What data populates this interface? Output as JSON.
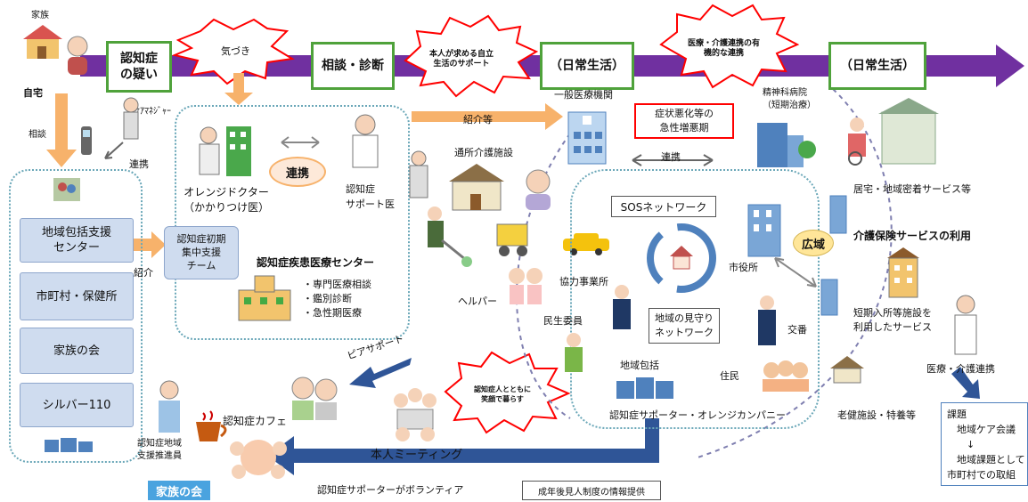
{
  "colors": {
    "timeline": "#7030a0",
    "stage_border": "#4fa23b",
    "burst": "#ff0000",
    "orange_arrow": "#f7b26b",
    "blue_arrow": "#2f5597",
    "sidebox": "#cfdcef",
    "dotted": "#6aa7b8"
  },
  "left": {
    "family": "家族",
    "home": "自宅",
    "consult": "相談",
    "care_manager": "ｹｱﾏﾈｼﾞｬｰ",
    "cooperate": "連携"
  },
  "stages": {
    "s1": "認知症\nの疑い",
    "s2": "相談・診断",
    "s3": "（日常生活）",
    "s4": "（日常生活）"
  },
  "bursts": {
    "b1": "気づき",
    "b2": "本人が求める自立\n生活のサポート",
    "b3": "医療・介護連携の有\n機的な連携",
    "b4": "認知症人とともに\n笑顔で暮らす"
  },
  "sidebar": {
    "items": [
      "地域包括支援\nセンター",
      "市町村・保健所",
      "家族の会",
      "シルバー110"
    ]
  },
  "center": {
    "intro": "紹介",
    "team": "認知症初期\n集中支援\nチーム",
    "orange_doctor": "オレンジドクター\n（かかりつけ医）",
    "renkei": "連携",
    "support_doctor": "認知症\nサポート医",
    "center_name": "認知症疾患医療センター",
    "services": [
      "・専門医療相談",
      "・鑑別診断",
      "・急性期医療"
    ]
  },
  "right": {
    "referral": "紹介等",
    "general_hospital": "一般医療機関",
    "acute_box": "症状悪化等の\n急性増悪期",
    "renkei2": "連携",
    "psych_hospital": "精神科病院\n（短期治療）",
    "home_services": "居宅・地域密着サービス等",
    "day_care": "通所介護施設",
    "helper": "ヘルパー",
    "sos": "SOSネットワーク",
    "coop_business": "協力事業所",
    "minsei": "民生委員",
    "city_hall": "市役所",
    "koiki": "広域",
    "watch_network": "地域の見守り\nネットワーク",
    "koban": "交番",
    "jumin": "住民",
    "chiiki_hokatsu": "地域包括",
    "supporter_company": "認知症サポーター・オレンジカンパニー",
    "kaigo_title": "介護保険サービスの利用",
    "short_stay": "短期入所等施設を\n利用したサービス",
    "elderly_facility": "老健施設・特養等",
    "iryou_kaigo": "医療・介護連携",
    "kadai": "課題\n　地域ケア会議\n　　↓\n　地域課題として\n市町村での取組"
  },
  "bottom": {
    "peer": "ピアサポート",
    "cafe": "認知症カフェ",
    "promoter": "認知症地域\n支援推進員",
    "family_meeting": "家族の会",
    "honnin": "本人ミーティング",
    "volunteer": "認知症サポーターがボランティア",
    "guardian": "成年後見人制度の情報提供"
  }
}
